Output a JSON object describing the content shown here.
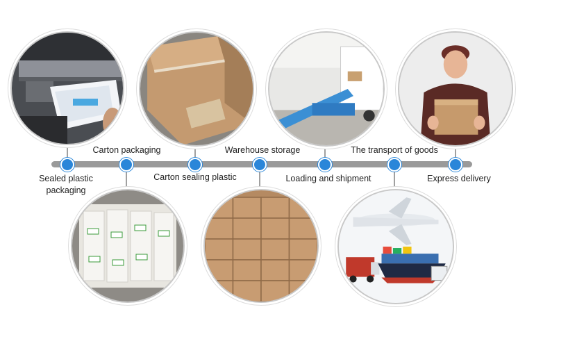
{
  "labels": {
    "sealed_plastic": "Sealed plastic",
    "sealed_plastic_2": "packaging",
    "carton_packaging": "Carton packaging",
    "carton_sealing": "Carton sealing plastic",
    "warehouse_storage": "Warehouse storage",
    "loading_shipment": "Loading and shipment",
    "transport_goods": "The transport of goods",
    "express_delivery": "Express delivery"
  },
  "colors": {
    "dot": "#2a86d9",
    "line": "#9a9a9a"
  },
  "photos": {
    "sealing_machine": "sealing-machine-photo",
    "carton_box": "carton-box-photo",
    "loading_truck": "loading-conveyor-photo",
    "delivery_man": "delivery-man-photo",
    "bagged_ties": "bagged-cable-ties-photo",
    "warehouse_boxes": "stacked-cartons-photo",
    "transport": "plane-ship-truck-photo"
  }
}
